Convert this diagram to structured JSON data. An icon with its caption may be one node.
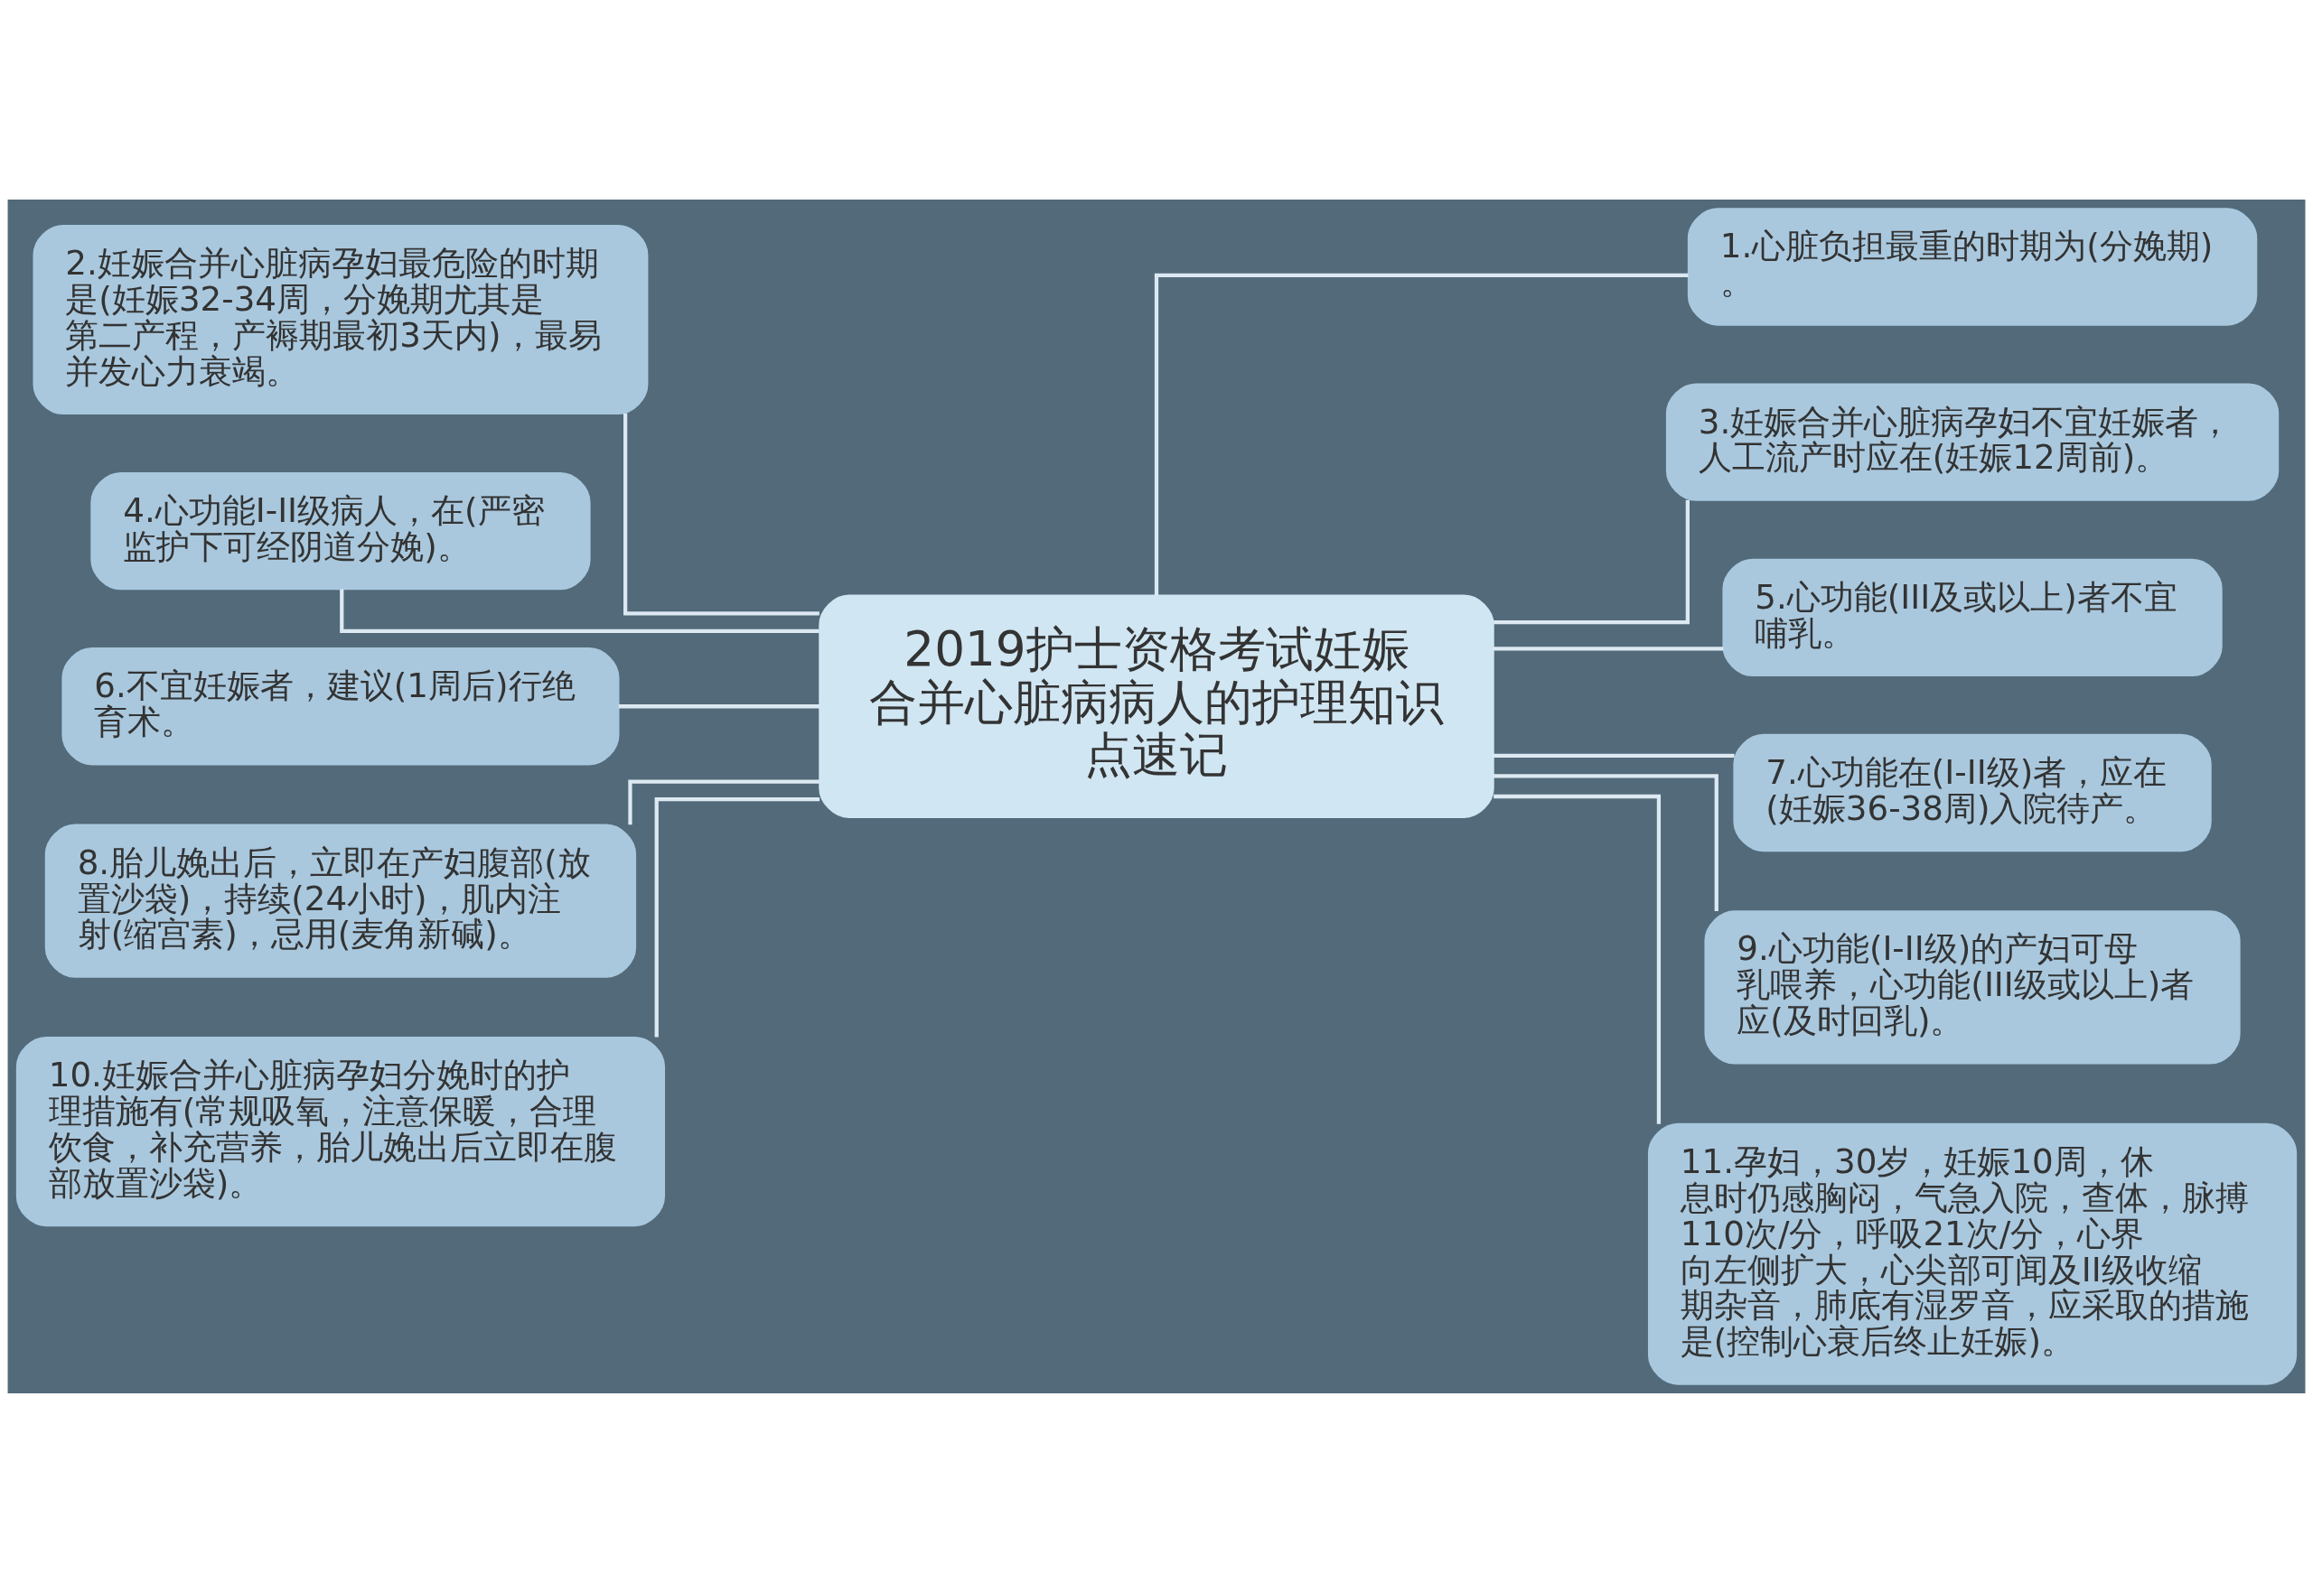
{
  "diagram": {
    "nodes": [
      {
        "text": [
          "2019护士资格考试妊娠合并心脏病病人的护理知识点速记"
        ]
      },
      {
        "text": [
          "1.心脏负担最重的时期为(分娩期)。"
        ]
      },
      {
        "text": [
          "2.妊娠合并心脏病孕妇最危险的时期是(妊娠32-34周，分娩期尤其是第二产程，产褥期最初3天内)，最易并发心力衰竭。"
        ]
      },
      {
        "text": [
          "3.妊娠合并心脏病孕妇不宜妊娠者，人工流产时应在(妊娠12周前)。"
        ]
      },
      {
        "text": [
          "4.心功能I-II级病人，在(严密监护下可经阴道分娩)。"
        ]
      },
      {
        "text": [
          "5.心功能(III及或以上)者不宜哺乳。"
        ]
      },
      {
        "text": [
          "6.不宜妊娠者，建议(1周后)行绝育术。"
        ]
      },
      {
        "text": [
          "7.心功能在(I-II级)者，应在(妊娠36-38周)入院待产。"
        ]
      },
      {
        "text": [
          "8.胎儿娩出后，立即在产妇腹部(放置沙袋)，持续(24小时)，肌内注射(缩宫素)，忌用(麦角新碱)。"
        ]
      },
      {
        "text": [
          "9.心功能(I-II级)的产妇可母乳喂养，心功能(III级或以上)者应(及时回乳)。"
        ]
      },
      {
        "text": [
          "10.妊娠合并心脏病孕妇分娩时的护理措施有(常规吸氧，注意保暖，合理饮食，补充营养，胎儿娩出后立即在腹部放置沙袋)。"
        ]
      },
      {
        "text": [
          "11.孕妇，30岁，妊娠10周，休息时仍感胸闷，气急入院，查体，脉搏110次/分，呼吸21次/分，心界向左侧扩大，心尖部可闻及II级收缩期杂音，肺底有湿罗音，应采取的措施是(控制心衰后终止妊娠)。"
        ]
      }
    ],
    "edges": [
      {
        "from": 0,
        "to": 1,
        "arrow": "none"
      },
      {
        "from": 0,
        "to": 2,
        "arrow": "none"
      },
      {
        "from": 0,
        "to": 3,
        "arrow": "none"
      },
      {
        "from": 0,
        "to": 4,
        "arrow": "none"
      },
      {
        "from": 0,
        "to": 5,
        "arrow": "none"
      },
      {
        "from": 0,
        "to": 6,
        "arrow": "none"
      },
      {
        "from": 0,
        "to": 7,
        "arrow": "none"
      },
      {
        "from": 0,
        "to": 8,
        "arrow": "none"
      },
      {
        "from": 0,
        "to": 9,
        "arrow": "none"
      },
      {
        "from": 0,
        "to": 10,
        "arrow": "none"
      },
      {
        "from": 0,
        "to": 11,
        "arrow": "none"
      }
    ]
  }
}
